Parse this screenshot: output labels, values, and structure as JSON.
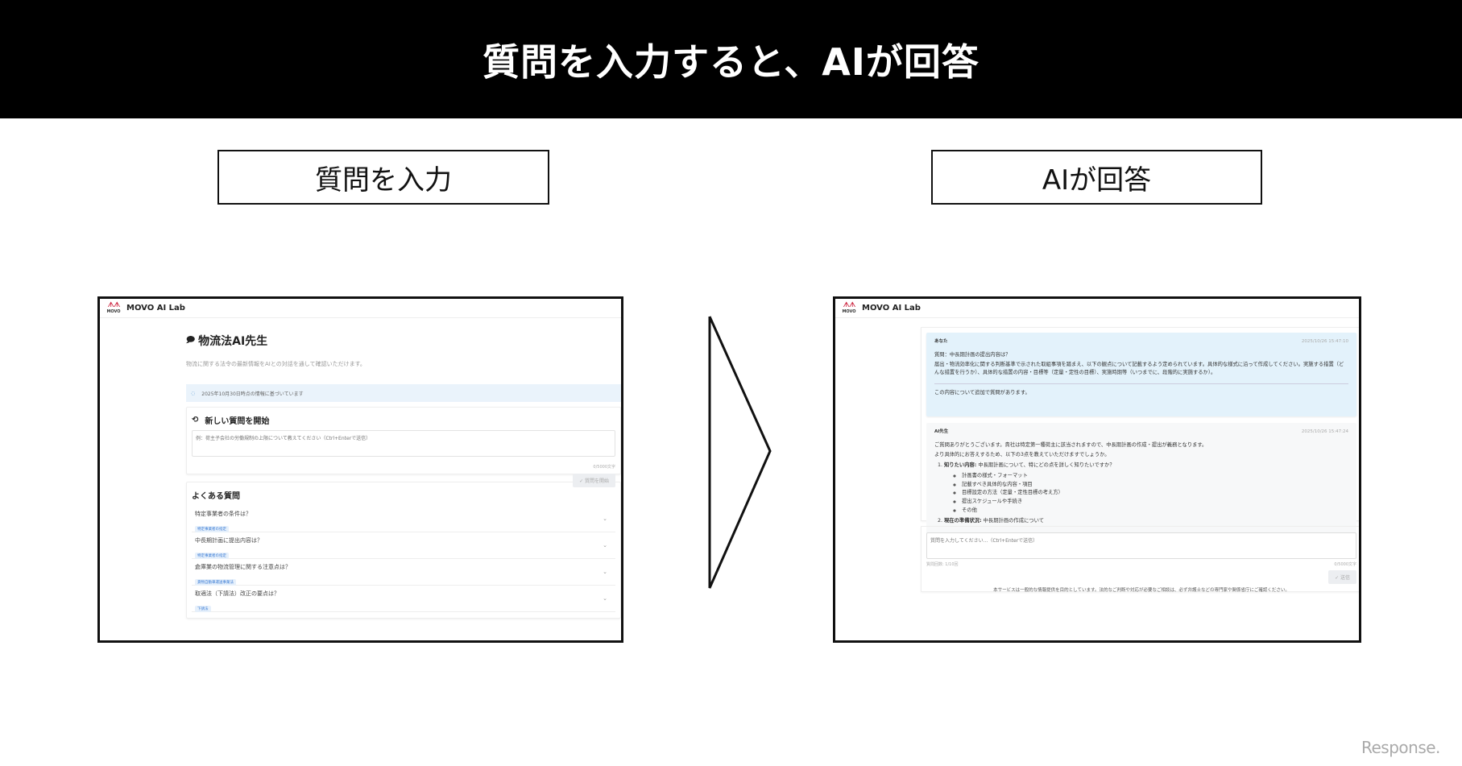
{
  "slide": {
    "title": "質問を入力すると、AIが回答",
    "left_label": "質問を入力",
    "right_label": "AIが回答",
    "watermark": "Response."
  },
  "app": {
    "logo_mark": "ᗑᗑ",
    "logo_word": "MOVO",
    "brand": "MOVO AI Lab"
  },
  "left_screen": {
    "title_icon": "chat-icon",
    "title": "物流法AI先生",
    "subtitle": "物流に関する法令の最新情報をAIとの対話を通して確認いただけます。",
    "info_icon": "◌",
    "info_banner": "2025年10月30日時点の情報に基づいています",
    "new_question": {
      "icon": "⟲",
      "heading": "新しい質問を開始",
      "placeholder": "例：荷主子会社の労働規制の上限について教えてください（Ctrl+Enterで送信）",
      "char_count": "0/5000文字",
      "submit_label": "✓ 質問を開始"
    },
    "faq": {
      "heading": "よくある質問",
      "items": [
        {
          "question": "特定事業者の条件は？",
          "tag": "特定事業者の指定"
        },
        {
          "question": "中長期計画に提出内容は？",
          "tag": "特定事業者の指定"
        },
        {
          "question": "倉庫業の物流管理に関する注意点は？",
          "tag": "貨物自動車運送事業法"
        },
        {
          "question": "取適法（下請法）改正の要点は？",
          "tag": "下請法"
        }
      ],
      "chevron": "⌄"
    }
  },
  "right_screen": {
    "user_message": {
      "sender": "あなた",
      "timestamp": "2025/10/26 15:47:10",
      "question_line": "質問：中長期計画の提出内容は？",
      "body": "届出・物流効率化に関する判断基準で示された取組事項を踏まえ、以下の観点について記載するよう定められています。具体的な様式に沿って作成してください。実施する措置（どんな措置を行うか）、具体的な措置の内容・目標等（定量・定性の目標）、実施時期等（いつまでに、段階的に実施するか）。",
      "followup": "この内容について追加で質問があります。"
    },
    "ai_message": {
      "sender": "AI先生",
      "timestamp": "2025/10/26 15:47:24",
      "intro": "ご質問ありがとうございます。貴社は特定第一種荷主に該当されますので、中長期計画の作成・提出が義務となります。",
      "lead": "より具体的にお答えするため、以下の3点を教えていただけますでしょうか。",
      "points": [
        {
          "label": "知りたい内容:",
          "text": "中長期計画について、特にどの点を詳しく知りたいですか？",
          "subitems": [
            "計画書の様式・フォーマット",
            "記載すべき具体的な内容・項目",
            "目標設定の方法（定量・定性目標の考え方）",
            "提出スケジュールや手続き",
            "その他"
          ]
        },
        {
          "label": "現在の準備状況:",
          "text": "中長期計画の作成について",
          "subitems": []
        }
      ]
    },
    "input": {
      "placeholder": "質問を入力してください...（Ctrl+Enterで送信）",
      "question_count": "質問回数: 1/10回",
      "char_count": "0/5000文字",
      "send_label": "✓ 送信"
    },
    "disclaimer": "本サービスは一般的な情報提供を目的としています。法的なご判断や対応が必要なご相談は、必ず弁護士などの専門家や関係省庁にご確認ください。"
  }
}
